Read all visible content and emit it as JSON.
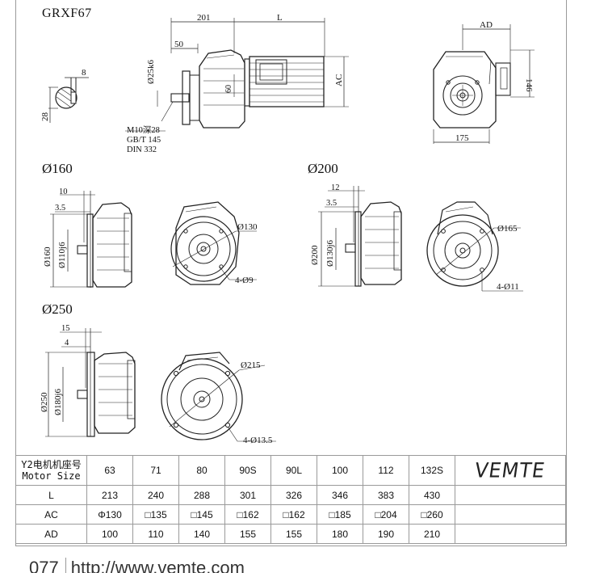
{
  "model": "GRXF67",
  "drawing": {
    "dim_201": "201",
    "dim_L": "L",
    "dim_AD": "AD",
    "dim_50": "50",
    "dim_8": "8",
    "dim_28": "28",
    "dim_shaft": "Ø25k6",
    "dim_60": "60",
    "dim_AC": "AC",
    "dim_146": "146",
    "dim_175": "175",
    "thread_1": "M10深28",
    "thread_2": "GB/T 145",
    "thread_3": "DIN 332"
  },
  "flange_160": {
    "title": "Ø160",
    "dim_10": "10",
    "dim_3_5": "3.5",
    "dim_outer": "Ø160",
    "dim_spigot": "Ø110j6",
    "dim_pcd": "Ø130",
    "dim_holes": "4-Ø9"
  },
  "flange_200": {
    "title": "Ø200",
    "dim_12": "12",
    "dim_3_5": "3.5",
    "dim_outer": "Ø200",
    "dim_spigot": "Ø130j6",
    "dim_pcd": "Ø165",
    "dim_holes": "4-Ø11"
  },
  "flange_250": {
    "title": "Ø250",
    "dim_15": "15",
    "dim_4": "4",
    "dim_outer": "Ø250",
    "dim_spigot": "Ø180j6",
    "dim_pcd": "Ø215",
    "dim_holes": "4-Ø13.5"
  },
  "table": {
    "header_cn": "Y2电机机座号",
    "header_en": "Motor Size",
    "sizes": [
      "63",
      "71",
      "80",
      "90S",
      "90L",
      "100",
      "112",
      "132S"
    ],
    "signature": "VEMTE",
    "rows": [
      {
        "label": "L",
        "values": [
          "213",
          "240",
          "288",
          "301",
          "326",
          "346",
          "383",
          "430"
        ]
      },
      {
        "label": "AC",
        "values": [
          "Φ130",
          "□135",
          "□145",
          "□162",
          "□162",
          "□185",
          "□204",
          "□260"
        ]
      },
      {
        "label": "AD",
        "values": [
          "100",
          "110",
          "140",
          "155",
          "155",
          "180",
          "190",
          "210"
        ]
      }
    ]
  },
  "footer": {
    "page": "077",
    "url": "http://www.vemte.com"
  }
}
